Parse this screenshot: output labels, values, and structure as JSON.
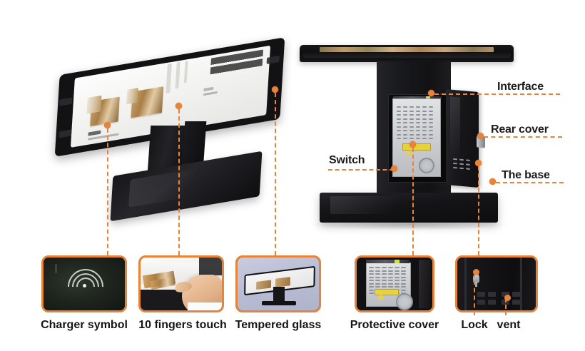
{
  "page": {
    "background_color": "#ffffff",
    "accent_color": "#e8833a",
    "text_color": "#151515",
    "title": "Interactive Touch Table Product Feature Diagram"
  },
  "devices": {
    "left": {
      "name": "Interactive touch table - perspective view",
      "screen_content": "Furniture catalog interface with wooden product photos"
    },
    "right": {
      "name": "Interactive touch table - side view with open rear cabinet",
      "screen_content": "Warm-toned content strip on tabletop screen"
    }
  },
  "annotations": {
    "right_side": [
      {
        "label": "Interface",
        "marker": "orange-dot"
      },
      {
        "label": "Rear cover",
        "marker": "orange-dot"
      },
      {
        "label": "The base",
        "marker": "orange-dot"
      }
    ],
    "left_of_right_device": [
      {
        "label": "Switch",
        "marker": "orange-dot"
      }
    ]
  },
  "thumbnails": [
    {
      "id": "charger-symbol",
      "label": "Charger symbol",
      "description": "Dark panel with wireless charging NFC waves symbol"
    },
    {
      "id": "ten-fingers-touch",
      "label": "10 fingers touch",
      "description": "Hand touching the interactive tabletop screen"
    },
    {
      "id": "tempered-glass",
      "label": "Tempered glass",
      "description": "Touch table on lavender background showing glass top"
    },
    {
      "id": "protective-cover",
      "label": "Protective cover",
      "description": "Silver perforated internal protective cover with warning label and fan"
    },
    {
      "id": "lock-vent",
      "label_lock": "Lock",
      "label_vent": "vent",
      "description": "Rear cover panel showing key lock and ventilation slots"
    }
  ]
}
